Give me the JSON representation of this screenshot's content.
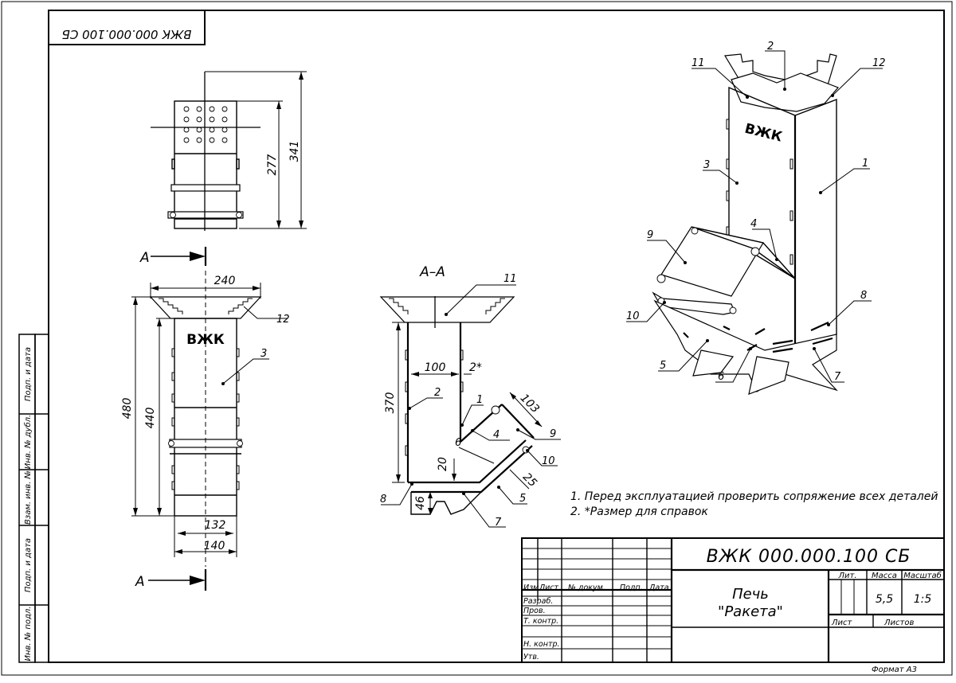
{
  "designation": "ВЖК 000.000.100 СБ",
  "designation_mirrored": "ВЖК 000.000.100 СБ",
  "product_name": {
    "line1": "Печь",
    "line2": "\"Ракета\""
  },
  "brand_mark": "ВЖК",
  "section_label": "А–А",
  "section_marks": {
    "top": "А",
    "bottom": "А"
  },
  "dimensions": {
    "d341": "341",
    "d277": "277",
    "d240": "240",
    "d480": "480",
    "d440": "440",
    "d132": "132",
    "d140": "140",
    "d100": "100",
    "d2": "2*",
    "d370": "370",
    "d103": "103",
    "d20": "20",
    "d46": "46",
    "d25": "25"
  },
  "leaders": {
    "front": {
      "p12": "12",
      "p3": "3"
    },
    "section": {
      "p11": "11",
      "p2": "2",
      "p1": "1",
      "p6": "6",
      "p4": "4",
      "p9": "9",
      "p10": "10",
      "p5": "5",
      "p7": "7",
      "p8": "8"
    },
    "iso": {
      "p2": "2",
      "p11": "11",
      "p12": "12",
      "p3": "3",
      "p1": "1",
      "p4": "4",
      "p9": "9",
      "p10": "10",
      "p8": "8",
      "p5": "5",
      "p6": "6",
      "p7": "7"
    }
  },
  "notes": [
    "1. Перед эксплуатацией проверить сопряжение всех деталей",
    "2.  *Размер для справок"
  ],
  "side_stamp": [
    "Подп. и дата",
    "Инв. № дубл.",
    "Взам. инв. №",
    "Подп. и дата",
    "Инв. № подл."
  ],
  "title_block": {
    "hdr": {
      "izm": "Изм.",
      "list": "Лист",
      "doc": "№ докум.",
      "podp": "Подп.",
      "data": "Дата"
    },
    "rows": {
      "razrab": "Разраб.",
      "prov": "Пров.",
      "tkontr": "Т. контр.",
      "nkontr": "Н. контр.",
      "utv": "Утв."
    },
    "lit": "Лит.",
    "massa_label": "Масса",
    "masshtab_label": "Масштаб",
    "massa": "5,5",
    "masshtab": "1:5",
    "list_label": "Лист",
    "listov_label": "Листов"
  },
  "format": "Формат А3"
}
